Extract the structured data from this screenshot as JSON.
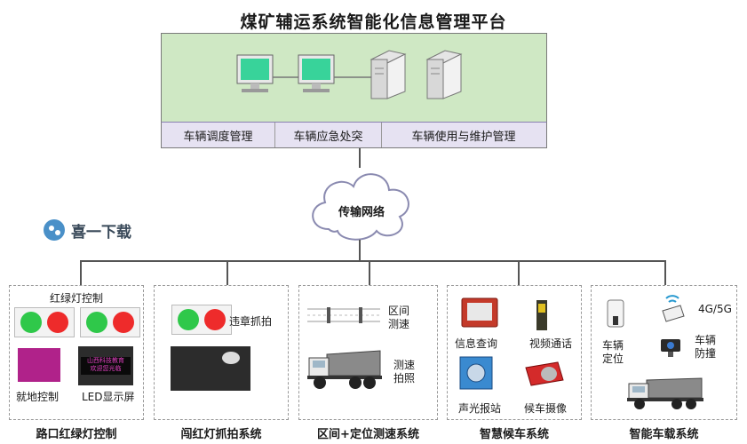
{
  "title": "煤矿辅运系统智能化信息管理平台",
  "platform": {
    "modules": [
      "车辆调度管理",
      "车辆应急处突",
      "车辆使用与维护管理"
    ]
  },
  "network": {
    "label": "传输网络"
  },
  "watermark": {
    "text": "喜一下载"
  },
  "subsystems": [
    {
      "name": "路口红绿灯控制",
      "items": [
        "红绿灯控制",
        "就地控制",
        "LED显示屏"
      ],
      "screen_text": "山西科技教育\n欢迎您光临"
    },
    {
      "name": "闯红灯抓拍系统",
      "items": [
        "违章抓拍"
      ]
    },
    {
      "name": "区间+定位测速系统",
      "items": [
        "区间\n测速",
        "测速\n拍照"
      ]
    },
    {
      "name": "智慧候车系统",
      "items": [
        "信息查询",
        "视频通话",
        "声光报站",
        "候车摄像"
      ]
    },
    {
      "name": "智能车载系统",
      "items": [
        "4G/5G",
        "车辆\n定位",
        "车辆\n防撞"
      ]
    }
  ],
  "colors": {
    "platform_bg": "#cfe8c4",
    "module_bg": "#e6e2f2",
    "green_light": "#2fc84a",
    "red_light": "#ee2b2b"
  }
}
